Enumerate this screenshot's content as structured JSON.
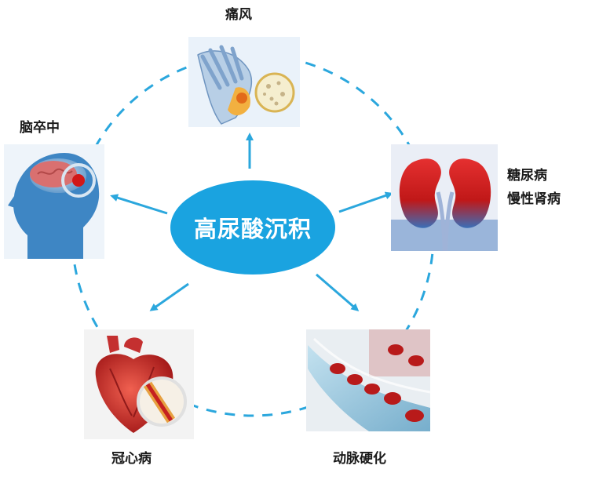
{
  "center_label": "高尿酸沉积",
  "nodes": {
    "gout": "痛风",
    "stroke": "脑卒中",
    "diabetes": "糖尿病",
    "ckd": "慢性肾病",
    "chd": "冠心病",
    "atherosclerosis": "动脉硬化"
  },
  "colors": {
    "center_fill": "#1aa3e0",
    "ring": "#2ba7dd",
    "arrow": "#2ba7dd"
  }
}
